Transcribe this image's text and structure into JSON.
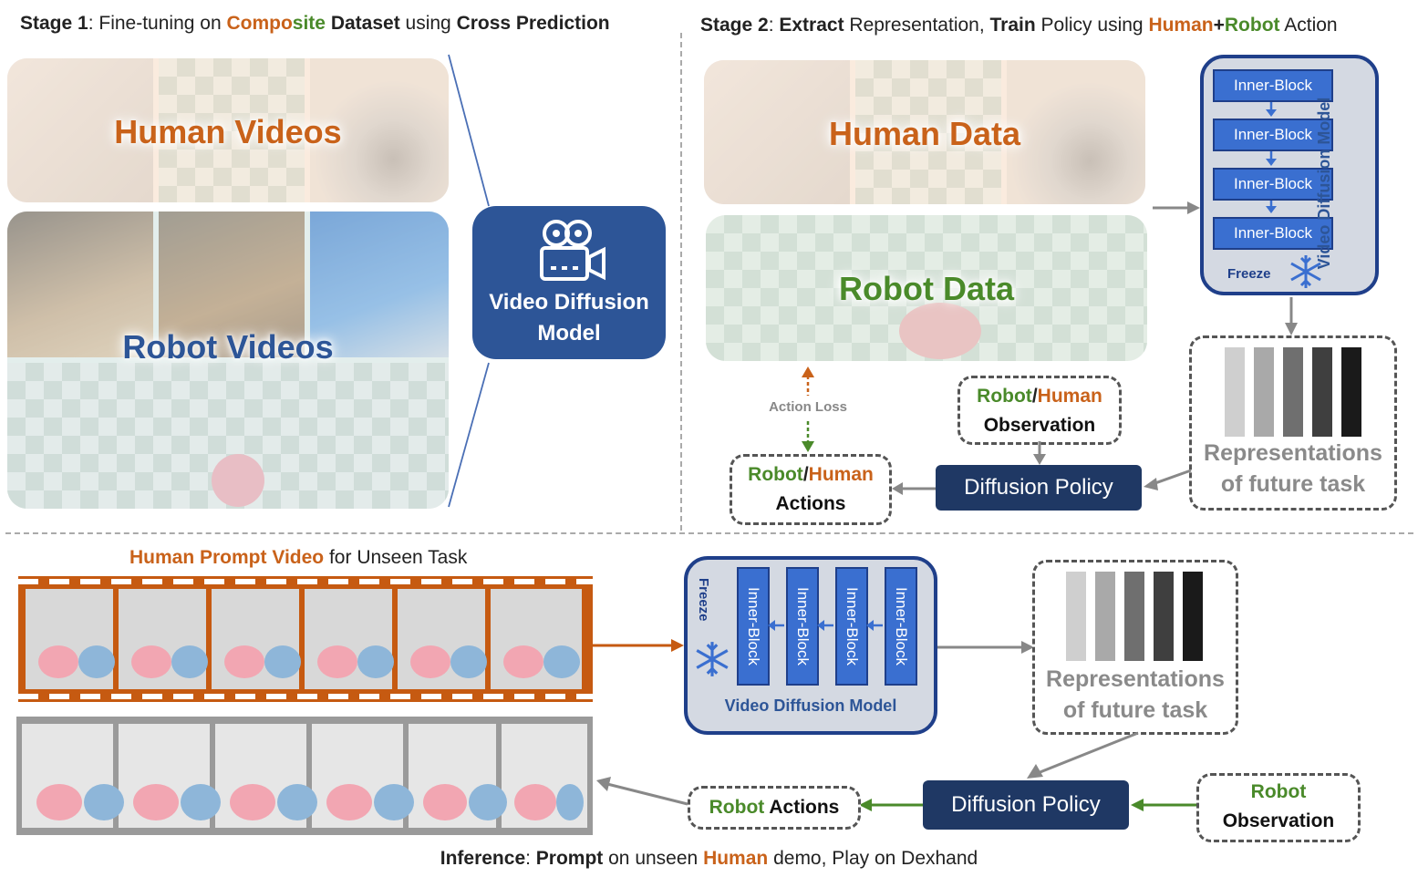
{
  "stage1": {
    "title_parts": [
      {
        "text": "Stage 1",
        "style": "b"
      },
      {
        "text": ": Fine-tuning on ",
        "style": ""
      },
      {
        "text": "Compo",
        "style": "b c-orange"
      },
      {
        "text": "site",
        "style": "b c-green"
      },
      {
        "text": " Dataset",
        "style": "b"
      },
      {
        "text": " using ",
        "style": ""
      },
      {
        "text": "Cross Prediction",
        "style": "b"
      }
    ],
    "human_videos_label": "Human Videos",
    "robot_videos_label": "Robot Videos",
    "vdm_label_line1": "Video Diffusion",
    "vdm_label_line2": "Model",
    "vdm_icon": "video-camera-icon"
  },
  "stage2": {
    "title_parts": [
      {
        "text": "Stage 2",
        "style": "b"
      },
      {
        "text": ": ",
        "style": ""
      },
      {
        "text": "Extract",
        "style": "b"
      },
      {
        "text": " Representation, ",
        "style": ""
      },
      {
        "text": "Train",
        "style": "b"
      },
      {
        "text": " Policy using ",
        "style": ""
      },
      {
        "text": "Human",
        "style": "b c-orange"
      },
      {
        "text": "+",
        "style": "b"
      },
      {
        "text": "Robot",
        "style": "b c-green"
      },
      {
        "text": " Action",
        "style": ""
      }
    ],
    "human_data_label": "Human Data",
    "robot_data_label": "Robot Data",
    "vdm_vertical_label": "Video Diffusion Model",
    "inner_blocks": [
      "Inner-Block",
      "Inner-Block",
      "Inner-Block",
      "Inner-Block"
    ],
    "freeze_label": "Freeze",
    "freeze_icon": "snowflake-icon",
    "representations_line1": "Representations",
    "representations_line2": "of future task",
    "observation_robot": "Robot",
    "observation_slash": "/",
    "observation_human": "Human",
    "observation_label": "Observation",
    "diffusion_policy": "Diffusion Policy",
    "actions_robot": "Robot",
    "actions_slash": "/",
    "actions_human": "Human",
    "actions_label": "Actions",
    "action_loss": "Action Loss"
  },
  "inference": {
    "prompt_title_orange": "Human Prompt Video",
    "prompt_title_rest": " for Unseen Task",
    "vdm_label": "Video Diffusion Model",
    "freeze_label": "Freeze",
    "freeze_icon": "snowflake-icon",
    "inner_blocks": [
      "Inner-Block",
      "Inner-Block",
      "Inner-Block",
      "Inner-Block"
    ],
    "representations_line1": "Representations",
    "representations_line2": "of future task",
    "diffusion_policy": "Diffusion Policy",
    "robot_actions_green": "Robot",
    "robot_actions_rest": " Actions",
    "robot_observation_green": "Robot",
    "robot_observation_rest": "Observation",
    "caption_parts": [
      {
        "text": "Inference",
        "style": "b"
      },
      {
        "text": ": ",
        "style": ""
      },
      {
        "text": "Prompt",
        "style": "b"
      },
      {
        "text": " on unseen ",
        "style": ""
      },
      {
        "text": "Human",
        "style": "b c-orange"
      },
      {
        "text": " demo, Play on Dexhand",
        "style": ""
      }
    ]
  },
  "colors": {
    "orange": "#c9621a",
    "green": "#4a8a2a",
    "vdm_blue": "#2d5597",
    "inner_block_blue": "#3a6fd0",
    "policy_navy": "#1f3864",
    "film_orange": "#c65a11",
    "representation_bars": [
      "#cfcfcf",
      "#a9a9a9",
      "#6f6f6f",
      "#3f3f3f",
      "#1a1a1a"
    ]
  }
}
